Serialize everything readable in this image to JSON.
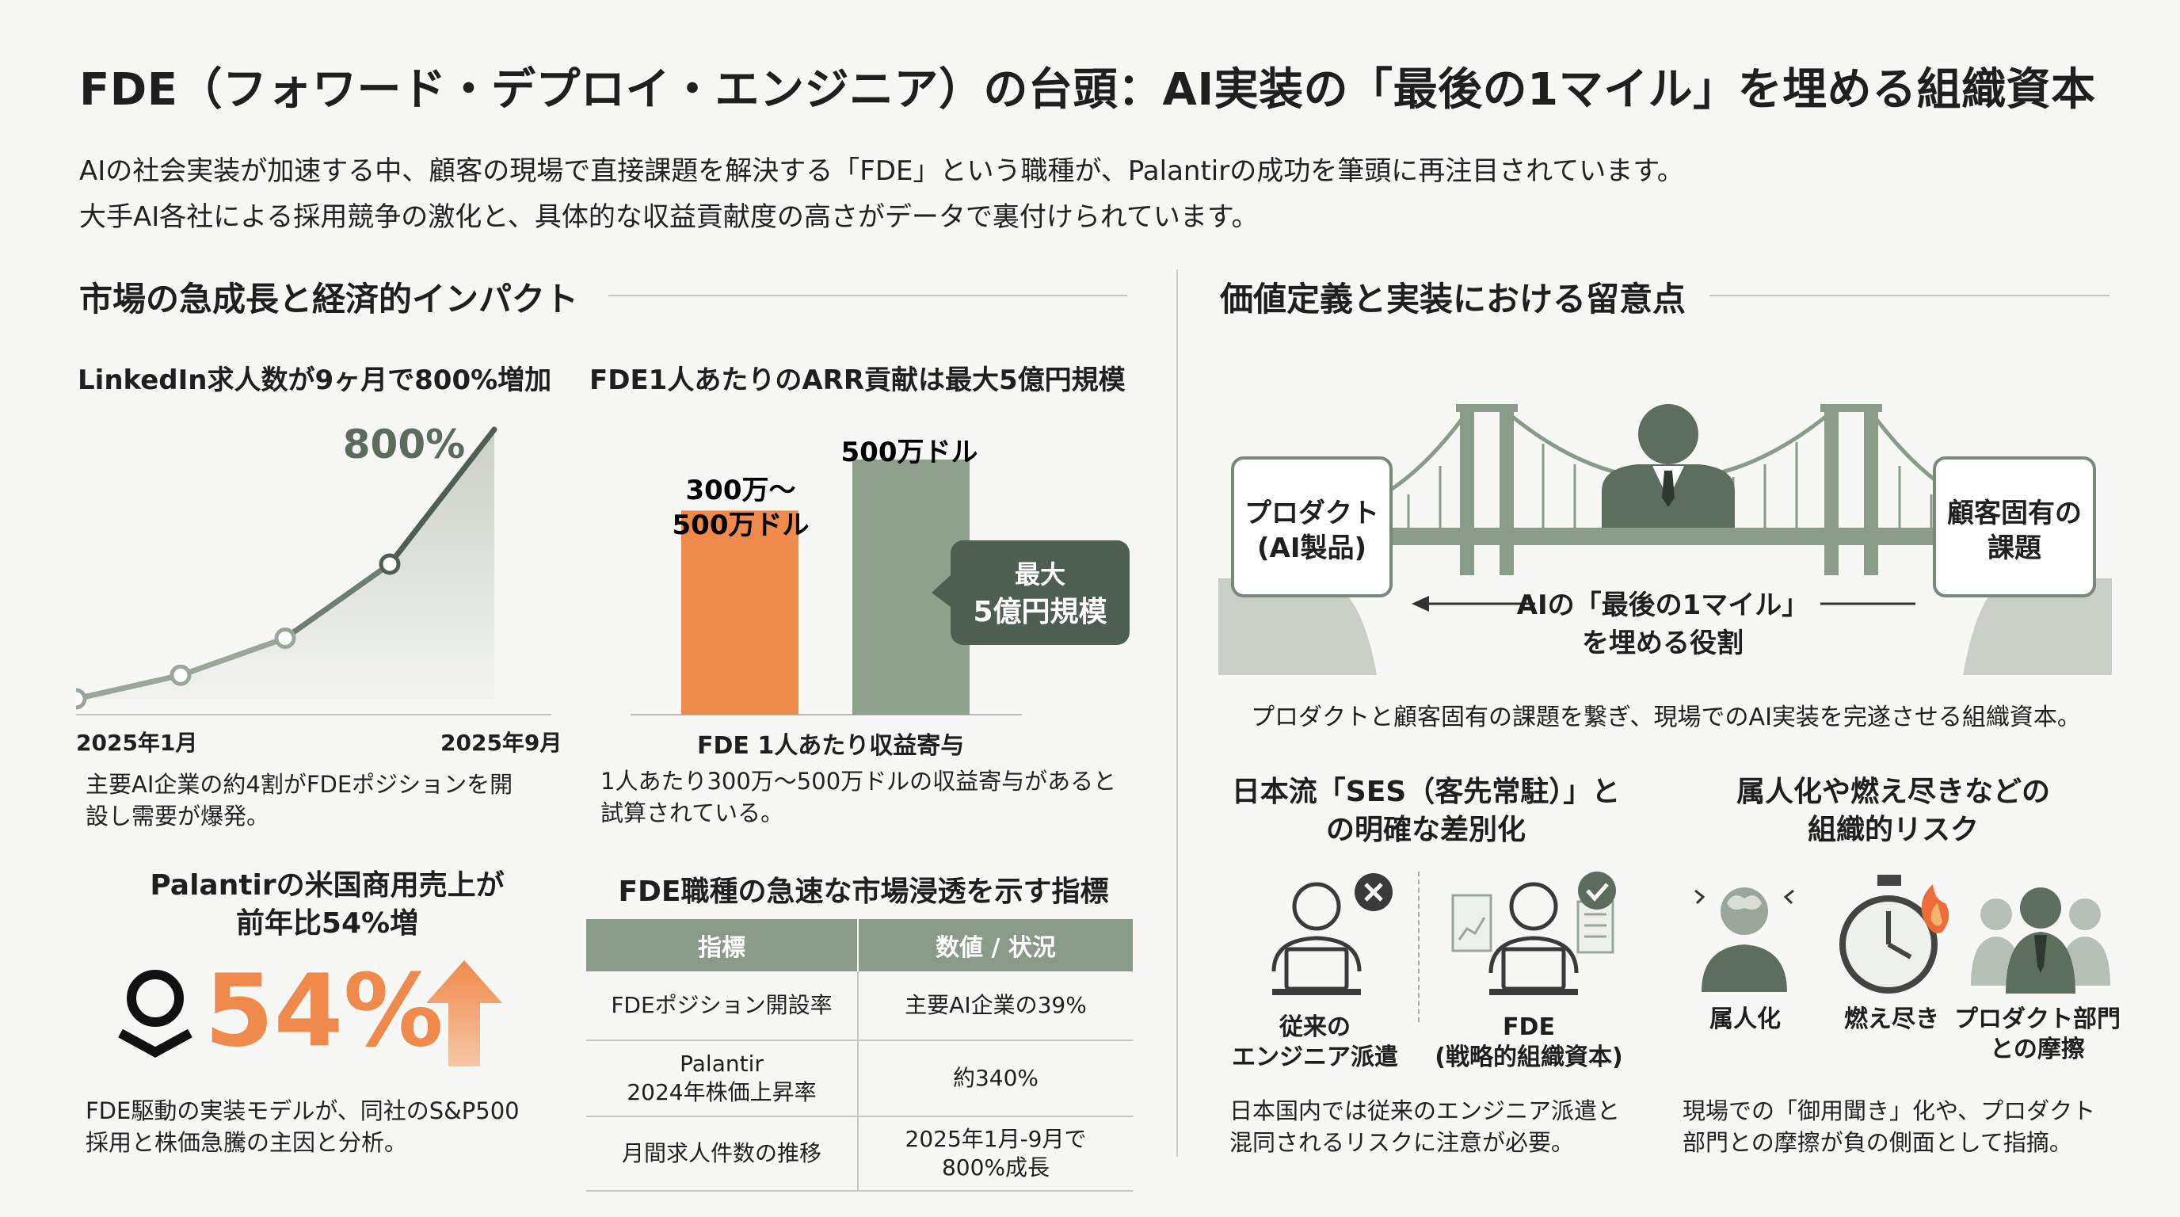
{
  "header": {
    "title": "FDE（フォワード・デプロイ・エンジニア）の台頭：AI実装の「最後の1マイル」を埋める組織資本",
    "intro_line1": "AIの社会実装が加速する中、顧客の現場で直接課題を解決する「FDE」という職種が、Palantirの成功を筆頭に再注目されています。",
    "intro_line2": "大手AI各社による採用競争の激化と、具体的な収益貢献度の高さがデータで裏付けられています。"
  },
  "left_section": {
    "title": "市場の急成長と経済的インパクト",
    "linkedin": {
      "title": "LinkedIn求人数が9ヶ月で800%増加",
      "peak_label": "800%",
      "x_start": "2025年1月",
      "x_end": "2025年9月",
      "caption_line1": "主要AI企業の約4割がFDEポジションを開",
      "caption_line2": "設し需要が爆発。"
    },
    "arr": {
      "title": "FDE1人あたりのARR貢献は最大5億円規模",
      "bar1_label_line1": "300万～",
      "bar1_label_line2": "500万ドル",
      "bar2_label": "500万ドル",
      "callout_line1": "最大",
      "callout_line2": "5億円規模",
      "axis_label": "FDE 1人あたり収益寄与",
      "caption_line1": "1人あたり300万～500万ドルの収益寄与があると",
      "caption_line2": "試算されている。"
    },
    "palantir": {
      "title_line1": "Palantirの米国商用売上が",
      "title_line2": "前年比54%増",
      "value": "54%",
      "caption_line1": "FDE駆動の実装モデルが、同社のS&P500",
      "caption_line2": "採用と株価急騰の主因と分析。"
    },
    "table": {
      "title": "FDE職種の急速な市場浸透を示す指標",
      "headers": [
        "指標",
        "数値 / 状況"
      ],
      "rows": [
        {
          "indicator": "FDEポジション開設率",
          "value": "主要AI企業の39%"
        },
        {
          "indicator_line1": "Palantir",
          "indicator_line2": "2024年株価上昇率",
          "value": "約340%"
        },
        {
          "indicator": "月間求人件数の推移",
          "value_line1": "2025年1月-9月で",
          "value_line2": "800%成長"
        }
      ]
    }
  },
  "right_section": {
    "title": "価値定義と実装における留意点",
    "bridge": {
      "left_box_line1": "プロダクト",
      "left_box_line2": "(AI製品)",
      "right_box_line1": "顧客固有の",
      "right_box_line2": "課題",
      "center_line1": "AIの「最後の1マイル」",
      "center_line2": "を埋める役割",
      "caption": "プロダクトと顧客固有の課題を繋ぎ、現場でのAI実装を完遂させる組織資本。"
    },
    "ses": {
      "title_line1": "日本流「SES（客先常駐）」と",
      "title_line2": "の明確な差別化",
      "left_label_line1": "従来の",
      "left_label_line2": "エンジニア派遣",
      "right_label_line1": "FDE",
      "right_label_line2": "(戦略的組織資本)",
      "caption_line1": "日本国内では従来のエンジニア派遣と",
      "caption_line2": "混同されるリスクに注意が必要。"
    },
    "risk": {
      "title_line1": "属人化や燃え尽きなどの",
      "title_line2": "組織的リスク",
      "item1": "属人化",
      "item2": "燃え尽き",
      "item3_line1": "プロダクト部門",
      "item3_line2": "との摩擦",
      "caption_line1": "現場での「御用聞き」化や、プロダクト",
      "caption_line2": "部門との摩擦が負の側面として指摘。"
    }
  },
  "colors": {
    "sage": "#8b9b8a",
    "dark_green": "#4e5e50",
    "orange": "#ef8a4c",
    "background": "#f7f7f5"
  },
  "chart_data": [
    {
      "type": "line",
      "title": "LinkedIn求人数が9ヶ月で800%増加",
      "x": [
        "2025年1月",
        "",
        "",
        "",
        "2025年9月"
      ],
      "y": [
        0,
        70,
        180,
        400,
        800
      ],
      "annotations": [
        "800%"
      ]
    },
    {
      "type": "bar",
      "title": "FDE1人あたりのARR貢献は最大5億円規模",
      "categories": [
        "300万～500万ドル",
        "500万ドル"
      ],
      "values": [
        400,
        500
      ],
      "xlabel": "FDE 1人あたり収益寄与"
    }
  ]
}
